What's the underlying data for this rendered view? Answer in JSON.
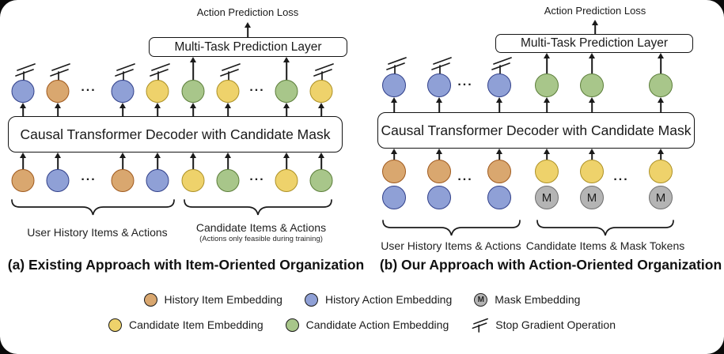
{
  "dots": "...",
  "mask_letter": "M",
  "colors": {
    "orange": "#D9A76F",
    "orange_border": "#A05A1E",
    "blue": "#8FA0D6",
    "blue_border": "#31408A",
    "yellow": "#EED26B",
    "yellow_border": "#AD9126",
    "green": "#A8C68A",
    "green_border": "#5C7E3A",
    "gray": "#B4B4B4",
    "gray_border": "#6E6E6E",
    "line": "#1A1A1A"
  },
  "panels": [
    {
      "caption": "(a) Existing Approach with Item-Oriented Organization",
      "loss_label": "Action Prediction Loss",
      "prediction_layer_label": "Multi-Task Prediction Layer",
      "decoder_label": "Causal Transformer Decoder with Candidate Mask",
      "output_row": [
        {
          "t": "c",
          "c": "blue",
          "m": "sg"
        },
        {
          "t": "c",
          "c": "orange",
          "m": "sg"
        },
        {
          "t": "dots"
        },
        {
          "t": "c",
          "c": "blue",
          "m": "sg"
        },
        {
          "t": "c",
          "c": "yellow",
          "m": "sg"
        },
        {
          "t": "c",
          "c": "green",
          "m": "up"
        },
        {
          "t": "c",
          "c": "yellow",
          "m": "sg"
        },
        {
          "t": "dots"
        },
        {
          "t": "c",
          "c": "green",
          "m": "up"
        },
        {
          "t": "c",
          "c": "yellow",
          "m": "sg"
        }
      ],
      "input_row": [
        {
          "t": "c",
          "c": "orange"
        },
        {
          "t": "c",
          "c": "blue"
        },
        {
          "t": "dots"
        },
        {
          "t": "c",
          "c": "orange"
        },
        {
          "t": "c",
          "c": "blue"
        },
        {
          "t": "c",
          "c": "yellow"
        },
        {
          "t": "c",
          "c": "green"
        },
        {
          "t": "dots"
        },
        {
          "t": "c",
          "c": "yellow"
        },
        {
          "t": "c",
          "c": "green"
        }
      ],
      "groups": [
        {
          "label": "User History Items & Actions",
          "sublabel": ""
        },
        {
          "label": "Candidate Items & Actions",
          "sublabel": "(Actions only feasible during training)"
        }
      ]
    },
    {
      "caption": "(b) Our Approach with Action-Oriented Organization",
      "loss_label": "Action Prediction Loss",
      "prediction_layer_label": "Multi-Task Prediction Layer",
      "decoder_label": "Causal Transformer Decoder with Candidate Mask",
      "output_row": [
        {
          "t": "c",
          "c": "blue",
          "m": "sg"
        },
        {
          "t": "c",
          "c": "blue",
          "m": "sg"
        },
        {
          "t": "dots"
        },
        {
          "t": "c",
          "c": "blue",
          "m": "sg"
        },
        {
          "t": "c",
          "c": "green",
          "m": "up"
        },
        {
          "t": "c",
          "c": "green",
          "m": "up"
        },
        {
          "t": "c",
          "c": "green",
          "m": "up"
        }
      ],
      "input_row": [
        {
          "t": "p",
          "top": "orange",
          "bot": "blue"
        },
        {
          "t": "p",
          "top": "orange",
          "bot": "blue"
        },
        {
          "t": "dots"
        },
        {
          "t": "p",
          "top": "orange",
          "bot": "blue"
        },
        {
          "t": "p",
          "top": "yellow",
          "bot": "mask"
        },
        {
          "t": "p",
          "top": "yellow",
          "bot": "mask"
        },
        {
          "t": "dots"
        },
        {
          "t": "p",
          "top": "yellow",
          "bot": "mask"
        }
      ],
      "groups": [
        {
          "label": "User History Items & Actions",
          "sublabel": ""
        },
        {
          "label": "Candidate Items & Mask Tokens",
          "sublabel": ""
        }
      ]
    }
  ],
  "legend": {
    "rows": [
      [
        {
          "swatch": "orange",
          "label": "History Item Embedding"
        },
        {
          "swatch": "blue",
          "label": "History Action Embedding"
        },
        {
          "swatch": "mask",
          "label": "Mask Embedding"
        }
      ],
      [
        {
          "swatch": "yellow",
          "label": "Candidate Item Embedding"
        },
        {
          "swatch": "green",
          "label": "Candidate Action Embedding"
        },
        {
          "swatch": "sg",
          "label": "Stop Gradient Operation"
        }
      ]
    ]
  }
}
